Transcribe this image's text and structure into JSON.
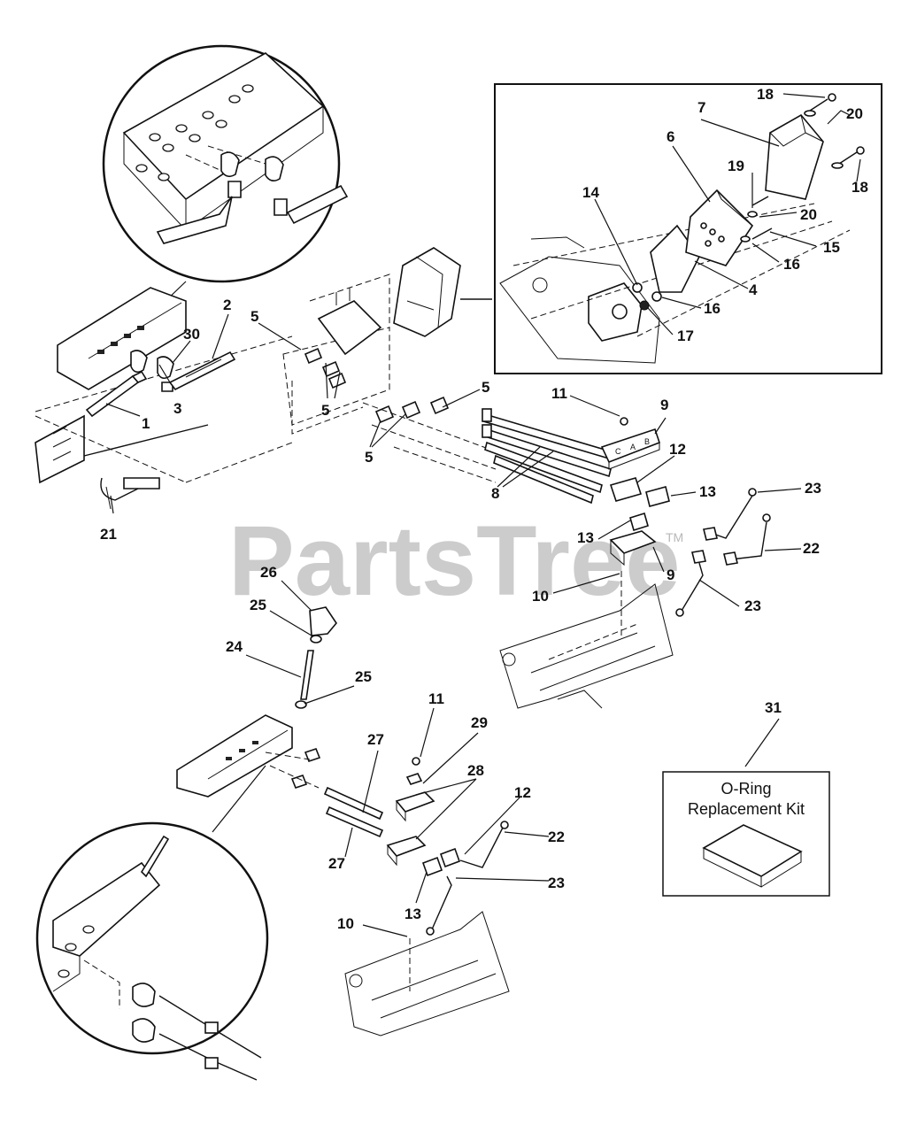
{
  "watermark": {
    "brand": "PartsTree",
    "trademark": "TM"
  },
  "callouts": {
    "c1": "1",
    "c2": "2",
    "c3": "3",
    "c4": "4",
    "c5a": "5",
    "c5b": "5",
    "c5c": "5",
    "c5d": "5",
    "c6": "6",
    "c7": "7",
    "c8": "8",
    "c9a": "9",
    "c9b": "9",
    "c10a": "10",
    "c10b": "10",
    "c11a": "11",
    "c11b": "11",
    "c12a": "12",
    "c12b": "12",
    "c13a": "13",
    "c13b": "13",
    "c13c": "13",
    "c14": "14",
    "c15": "15",
    "c16a": "16",
    "c16b": "16",
    "c17": "17",
    "c18a": "18",
    "c18b": "18",
    "c19": "19",
    "c20a": "20",
    "c20b": "20",
    "c21": "21",
    "c22a": "22",
    "c22b": "22",
    "c23a": "23",
    "c23b": "23",
    "c23c": "23",
    "c24": "24",
    "c25a": "25",
    "c25b": "25",
    "c26": "26",
    "c27a": "27",
    "c27b": "27",
    "c28": "28",
    "c29": "29",
    "c30": "30",
    "c31": "31"
  },
  "kit": {
    "line1": "O-Ring",
    "line2": "Replacement Kit"
  },
  "block_letters": {
    "left": "C",
    "mid": "A",
    "right": "B"
  }
}
